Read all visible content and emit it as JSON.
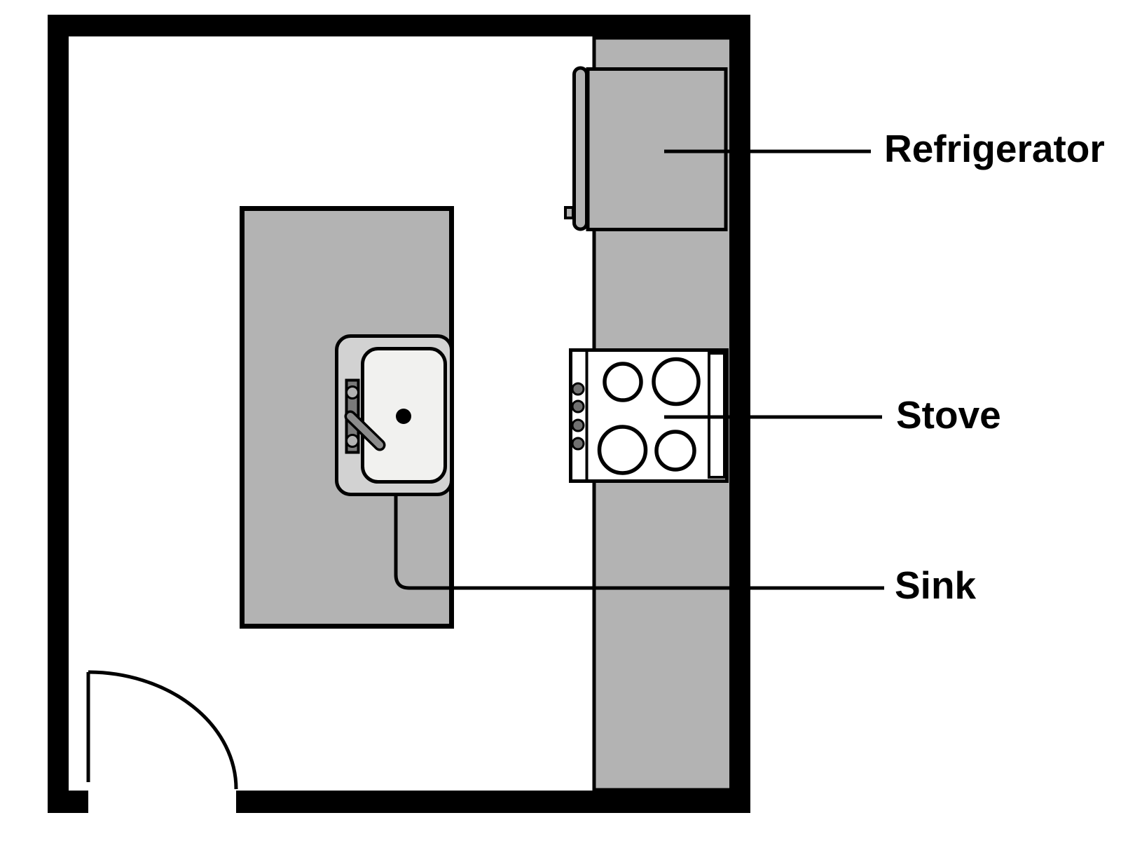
{
  "diagram": {
    "kind": "kitchen-floor-plan",
    "labels": {
      "refrigerator": "Refrigerator",
      "stove": "Stove",
      "sink": "Sink"
    },
    "features": {
      "stove_burner_count": 4,
      "stove_knob_count": 4,
      "door_count": 1,
      "labeled_fixtures": [
        "Refrigerator",
        "Stove",
        "Sink"
      ]
    },
    "colors": {
      "background": "#ffffff",
      "wall": "#000000",
      "outline": "#000000",
      "counter": "#b3b3b3",
      "island": "#b3b3b3",
      "refrigerator": "#b3b3b3",
      "stove_top": "#ffffff",
      "stove_knob": "#707070",
      "sink_rim": "#d2d2d2",
      "sink_basin": "#f1f1ef",
      "faucet": "#7a7a7a",
      "faucet_handle": "#8c8c8c",
      "leader_line": "#000000",
      "label_text": "#000000"
    }
  }
}
